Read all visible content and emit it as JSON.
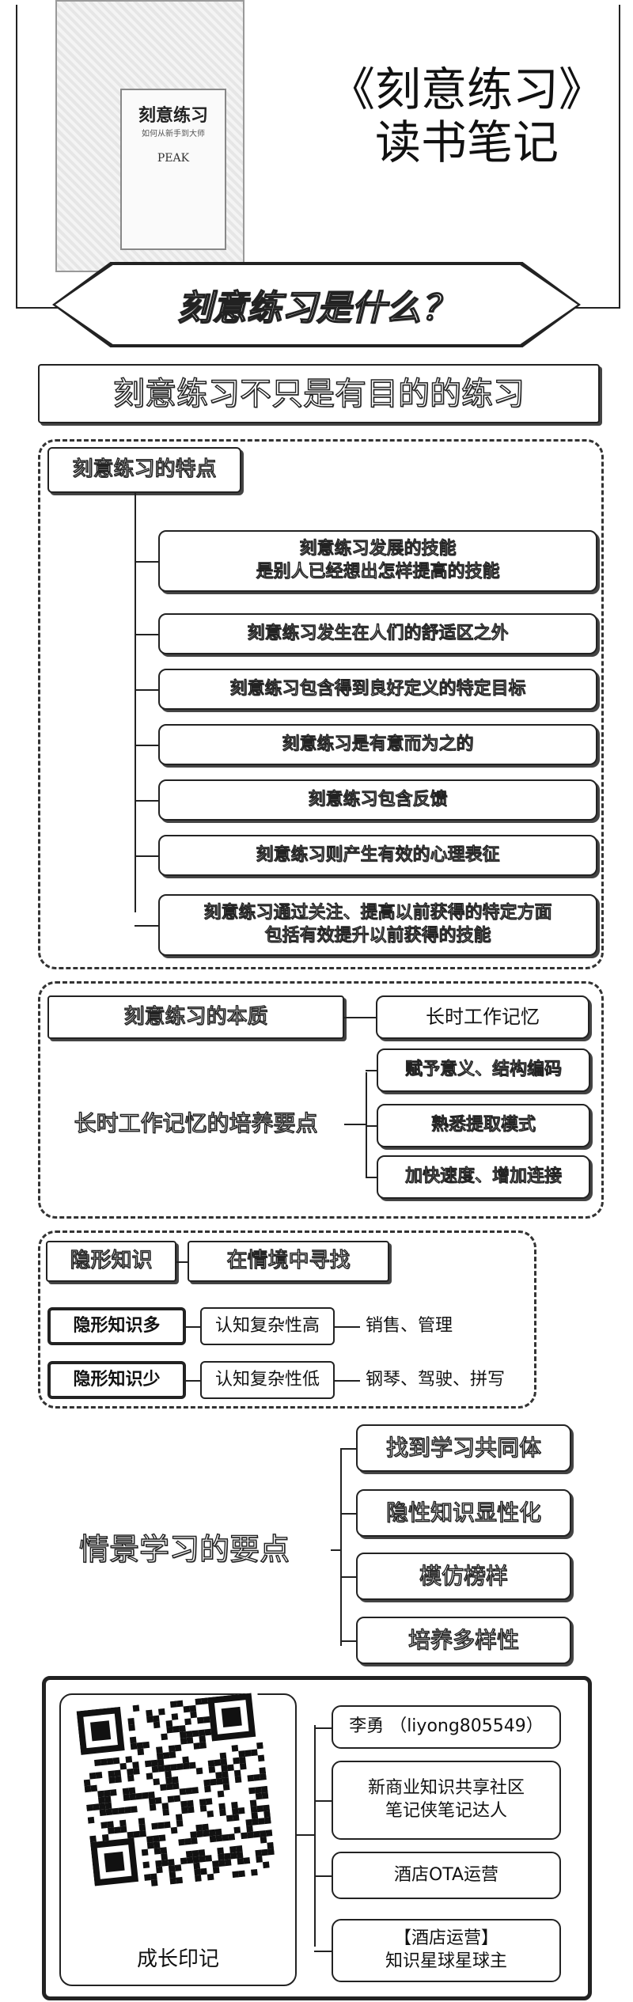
{
  "header": {
    "book": {
      "title": "刻意练习",
      "subtitle": "如何从新手到大师",
      "english": "PEAK"
    },
    "title_line1": "《刻意练习》",
    "title_line2": "读书笔记"
  },
  "banner": "刻意练习是什么？",
  "section1": {
    "heading": "刻意练习不只是有目的的练习",
    "group_title": "刻意练习的特点",
    "items": [
      "刻意练习发展的技能\n是别人已经想出怎样提高的技能",
      "刻意练习发生在人们的舒适区之外",
      "刻意练习包含得到良好定义的特定目标",
      "刻意练习是有意而为之的",
      "刻意练习包含反馈",
      "刻意练习则产生有效的心理表征",
      "刻意练习通过关注、提高以前获得的特定方面\n包括有效提升以前获得的技能"
    ]
  },
  "section2": {
    "essence_label": "刻意练习的本质",
    "essence_value": "长时工作记忆",
    "training_label": "长时工作记忆的培养要点",
    "training_items": [
      "赋予意义、结构编码",
      "熟悉提取模式",
      "加快速度、增加连接"
    ]
  },
  "section3": {
    "tacit_label": "隐形知识",
    "tacit_value": "在情境中寻找",
    "rows": [
      {
        "label": "隐形知识多",
        "complexity": "认知复杂性高",
        "examples": "销售、管理"
      },
      {
        "label": "隐形知识少",
        "complexity": "认知复杂性低",
        "examples": "钢琴、驾驶、拼写"
      }
    ]
  },
  "section4": {
    "heading": "情景学习的要点",
    "items": [
      "找到学习共同体",
      "隐性知识显性化",
      "模仿榜样",
      "培养多样性"
    ]
  },
  "footer": {
    "qr_caption": "成长印记",
    "items": [
      "李勇 （liyong805549）",
      "新商业知识共享社区\n笔记侠笔记达人",
      "酒店OTA运营",
      "【酒店运营】\n知识星球星球主"
    ]
  }
}
